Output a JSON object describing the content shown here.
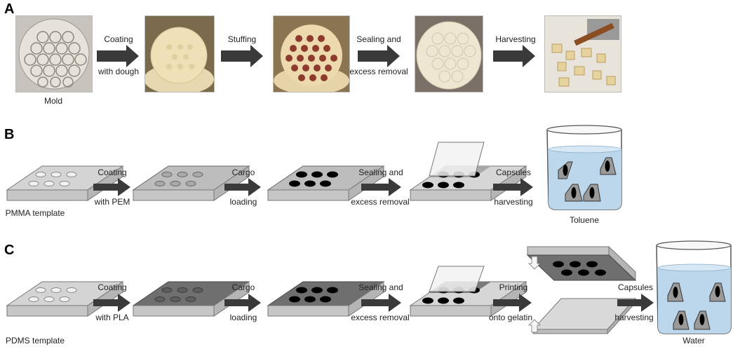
{
  "panels": [
    {
      "label": "A",
      "item_caption": "Mold",
      "steps": [
        {
          "line1": "Coating",
          "line2": "with dough"
        },
        {
          "line1": "Stuffing",
          "line2": ""
        },
        {
          "line1": "Sealing and",
          "line2": "excess removal"
        },
        {
          "line1": "Harvesting",
          "line2": ""
        }
      ]
    },
    {
      "label": "B",
      "template_caption": "PMMA template",
      "liquid_caption": "Toluene",
      "steps": [
        {
          "line1": "Coating",
          "line2": "with PEM"
        },
        {
          "line1": "Cargo",
          "line2": "loading"
        },
        {
          "line1": "Sealing and",
          "line2": "excess removal"
        },
        {
          "line1": "Capsules",
          "line2": "harvesting"
        }
      ]
    },
    {
      "label": "C",
      "template_caption": "PDMS template",
      "liquid_caption": "Water",
      "steps": [
        {
          "line1": "Coating",
          "line2": "with PLA"
        },
        {
          "line1": "Cargo",
          "line2": "loading"
        },
        {
          "line1": "Sealing and",
          "line2": "excess removal"
        },
        {
          "line1": "Printing",
          "line2": "onto gelatin"
        },
        {
          "line1": "Capsules",
          "line2": "harvesting"
        }
      ]
    }
  ],
  "colors": {
    "arrow": "#3a3a3a",
    "slab_top": "#d4d4d4",
    "slab_side": "#b5b5b5",
    "slab_front": "#c6c6c6",
    "pla_top": "#6f6f6f",
    "water": "#bcd7ec"
  }
}
